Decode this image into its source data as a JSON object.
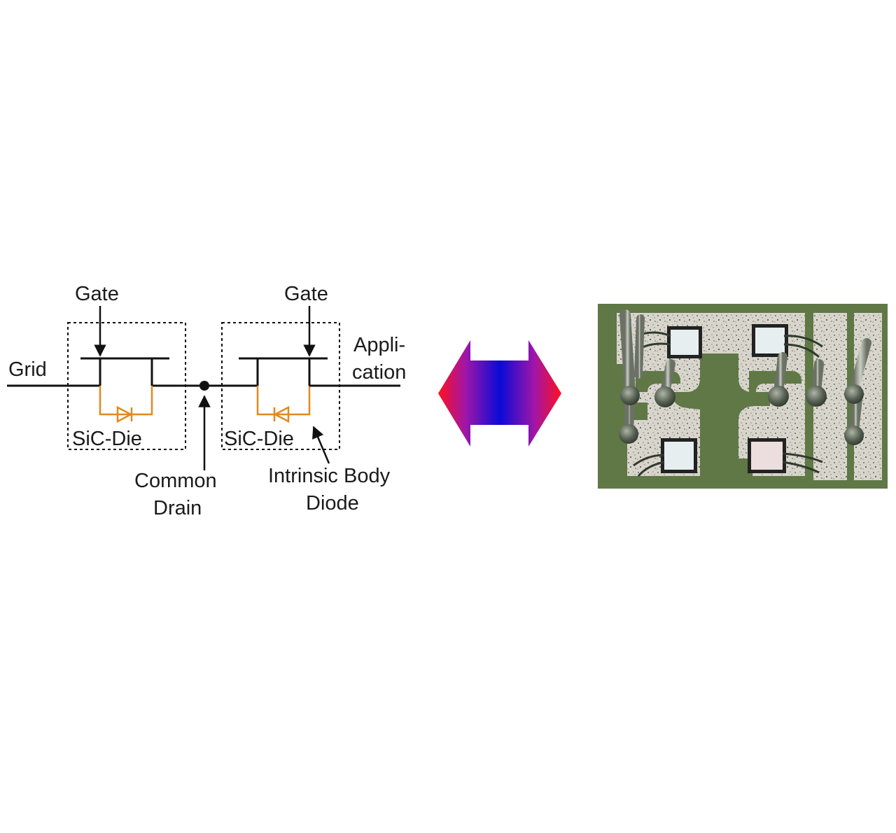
{
  "schematic": {
    "left_gate_label": "Gate",
    "right_gate_label": "Gate",
    "grid_label": "Grid",
    "application_label_line1": "Appli-",
    "application_label_line2": "cation",
    "left_die_label": "SiC-Die",
    "right_die_label": "SiC-Die",
    "common_drain_line1": "Common",
    "common_drain_line2": "Drain",
    "body_diode_line1": "Intrinsic Body",
    "body_diode_line2": "Diode"
  },
  "colors": {
    "wire": "#111111",
    "diode": "#e08a1e",
    "arrow_ends": "#e8102a",
    "arrow_middle": "#1010d8",
    "substrate_green": "#5f7845",
    "copper_pad": "#d4d0c6",
    "die_fill": "#e6eef0"
  },
  "photo": {
    "description_icon": "power-module-photo"
  }
}
